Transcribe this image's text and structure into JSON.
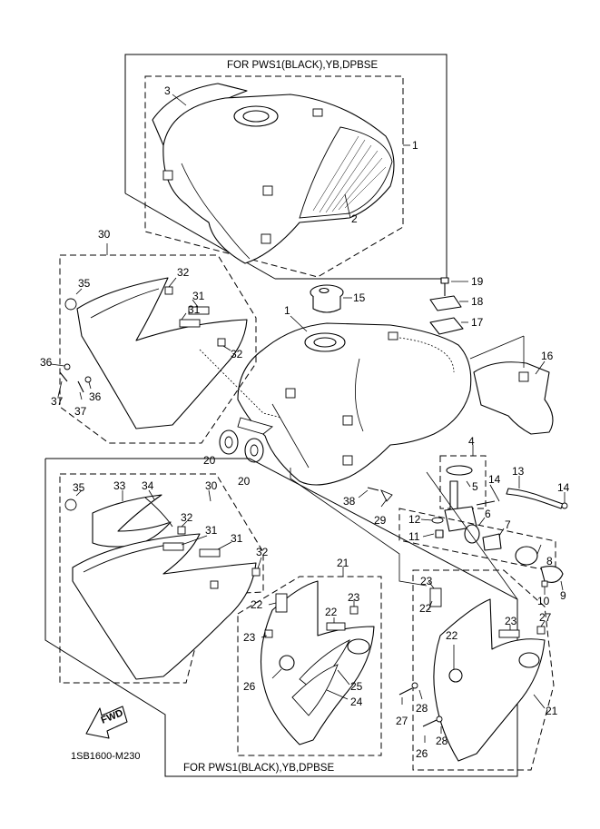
{
  "diagram": {
    "group_caption_top": "FOR PWS1(BLACK),YB,DPBSE",
    "group_caption_bottom": "FOR PWS1(BLACK),YB,DPBSE",
    "figure_code": "1SB1600-M230",
    "fwd_label": "FWD",
    "callouts": [
      {
        "id": "c1a",
        "text": "1"
      },
      {
        "id": "c2",
        "text": "2"
      },
      {
        "id": "c3",
        "text": "3"
      },
      {
        "id": "c1b",
        "text": "1"
      },
      {
        "id": "c15",
        "text": "15"
      },
      {
        "id": "c19",
        "text": "19"
      },
      {
        "id": "c18",
        "text": "18"
      },
      {
        "id": "c17",
        "text": "17"
      },
      {
        "id": "c16",
        "text": "16"
      },
      {
        "id": "c30a",
        "text": "30"
      },
      {
        "id": "c35a",
        "text": "35"
      },
      {
        "id": "c32a",
        "text": "32"
      },
      {
        "id": "c31a",
        "text": "31"
      },
      {
        "id": "c31b",
        "text": "31"
      },
      {
        "id": "c32b",
        "text": "32"
      },
      {
        "id": "c36a",
        "text": "36"
      },
      {
        "id": "c37a",
        "text": "37"
      },
      {
        "id": "c37b",
        "text": "37"
      },
      {
        "id": "c36b",
        "text": "36"
      },
      {
        "id": "c20a",
        "text": "20"
      },
      {
        "id": "c20b",
        "text": "20"
      },
      {
        "id": "c4",
        "text": "4"
      },
      {
        "id": "c5",
        "text": "5"
      },
      {
        "id": "c14a",
        "text": "14"
      },
      {
        "id": "c13",
        "text": "13"
      },
      {
        "id": "c14b",
        "text": "14"
      },
      {
        "id": "c38",
        "text": "38"
      },
      {
        "id": "c29",
        "text": "29"
      },
      {
        "id": "c12",
        "text": "12"
      },
      {
        "id": "c6",
        "text": "6"
      },
      {
        "id": "c7",
        "text": "7"
      },
      {
        "id": "c11",
        "text": "11"
      },
      {
        "id": "c8",
        "text": "8"
      },
      {
        "id": "c10",
        "text": "10"
      },
      {
        "id": "c9",
        "text": "9"
      },
      {
        "id": "c35b",
        "text": "35"
      },
      {
        "id": "c33",
        "text": "33"
      },
      {
        "id": "c34",
        "text": "34"
      },
      {
        "id": "c30b",
        "text": "30"
      },
      {
        "id": "c32c",
        "text": "32"
      },
      {
        "id": "c31c",
        "text": "31"
      },
      {
        "id": "c31d",
        "text": "31"
      },
      {
        "id": "c32d",
        "text": "32"
      },
      {
        "id": "c21a",
        "text": "21"
      },
      {
        "id": "c22a",
        "text": "22"
      },
      {
        "id": "c22b",
        "text": "22"
      },
      {
        "id": "c23a",
        "text": "23"
      },
      {
        "id": "c23b",
        "text": "23"
      },
      {
        "id": "c26a",
        "text": "26"
      },
      {
        "id": "c25",
        "text": "25"
      },
      {
        "id": "c24",
        "text": "24"
      },
      {
        "id": "c23c",
        "text": "23"
      },
      {
        "id": "c22c",
        "text": "22"
      },
      {
        "id": "c26b",
        "text": "26"
      },
      {
        "id": "c22d",
        "text": "22"
      },
      {
        "id": "c23d",
        "text": "23"
      },
      {
        "id": "c27a",
        "text": "27"
      },
      {
        "id": "c28a",
        "text": "28"
      },
      {
        "id": "c27b",
        "text": "27"
      },
      {
        "id": "c28b",
        "text": "28"
      },
      {
        "id": "c21b",
        "text": "21"
      }
    ]
  }
}
